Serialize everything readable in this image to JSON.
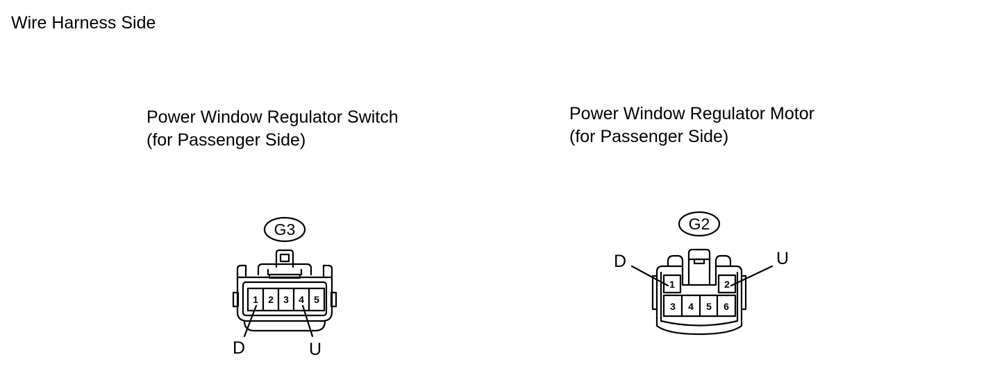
{
  "header": {
    "title": "Wire Harness Side"
  },
  "connectors": [
    {
      "title_line1": "Power Window Regulator Switch",
      "title_line2": "(for Passenger Side)",
      "code": "G3",
      "pins": [
        "1",
        "2",
        "3",
        "4",
        "5"
      ],
      "callout_left": "D",
      "callout_right": "U"
    },
    {
      "title_line1": "Power Window Regulator Motor",
      "title_line2": "(for Passenger Side)",
      "code": "G2",
      "pins": [
        "1",
        "2",
        "3",
        "4",
        "5",
        "6"
      ],
      "callout_left": "D",
      "callout_right": "U"
    }
  ]
}
